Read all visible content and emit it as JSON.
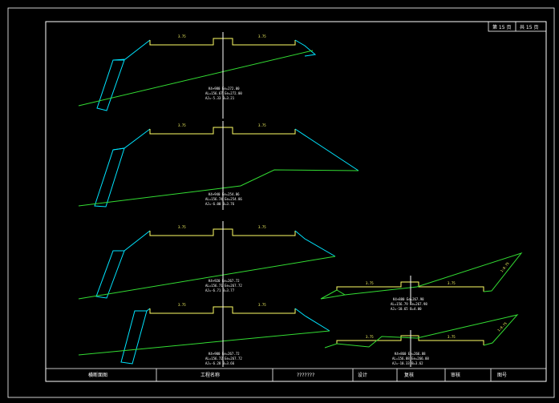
{
  "colors": {
    "background": "#000000",
    "frame": "#ffffff",
    "road": "#ffff66",
    "slope": "#00e5ff",
    "ground": "#33dd33",
    "centerline": "#ffffff"
  },
  "sheet": {
    "page": "第 15 页",
    "total": "共 15 页"
  },
  "title_block": {
    "cell1": "横断面图",
    "cell2": "工程名称",
    "cell3": "???????",
    "cell4": "设计",
    "cell5": "复核",
    "cell6": "审核",
    "cell7": "图号"
  },
  "sections": [
    {
      "lane_left": "3.75",
      "lane_right": "3.75",
      "info": [
        "K4+980  Ee=272.00",
        "AL=156.67  Ee=272.00",
        "AJ=-5.33  B=3.21"
      ]
    },
    {
      "lane_left": "3.75",
      "lane_right": "3.75",
      "info": [
        "K4+940  Ee=254.86",
        "AL=156.74  Ee=254.86",
        "AJ=-6.00  B=3.76"
      ]
    },
    {
      "lane_left": "3.75",
      "lane_right": "3.75",
      "info": [
        "K4+920  Ee=267.72",
        "AL=156.71  Ee=267.72",
        "AJ=-6.71  B=3.77"
      ]
    },
    {
      "lane_left": "3.75",
      "lane_right": "3.75",
      "info": [
        "K4+900  Ee=267.72",
        "AL=156.72  Ee=267.72",
        "AJ=-6.28  B=3.66"
      ]
    },
    {
      "lane_left": "3.75",
      "lane_right": "3.75",
      "slope": "1:0.75",
      "info": [
        "K4+880  Ee=267.98",
        "AL=156.79  Ee=267.98",
        "AJ=-10.65  B=4.00"
      ]
    },
    {
      "lane_left": "3.75",
      "lane_right": "3.75",
      "slope": "1:0.75",
      "info": [
        "K4+860  Ee=266.88",
        "AL=156.88  Ee=266.88",
        "AJ=-10.33  B=3.62"
      ]
    }
  ]
}
